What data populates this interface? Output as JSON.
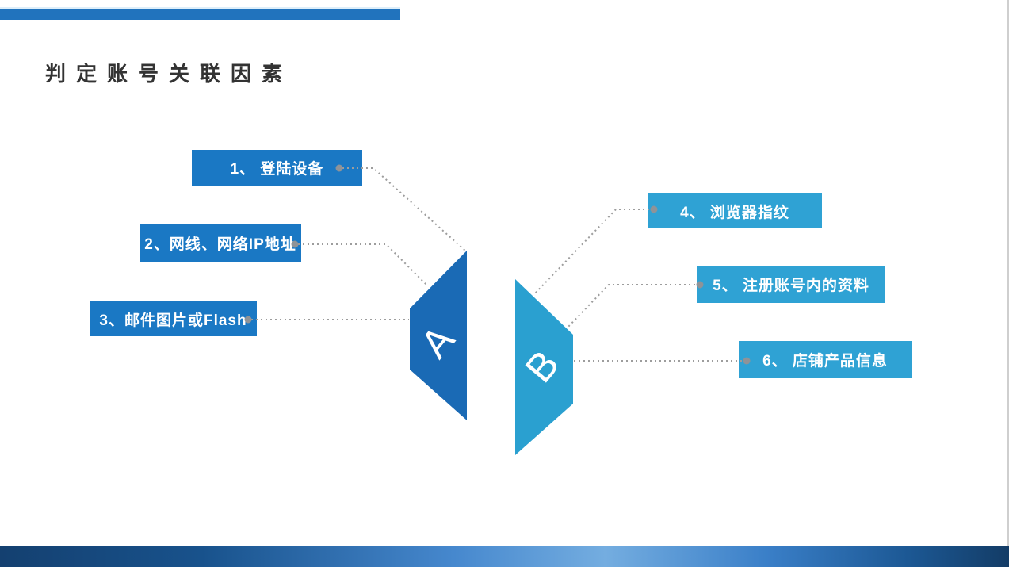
{
  "slide": {
    "title": "判定账号关联因素"
  },
  "diagram": {
    "group_a": {
      "letter": "A",
      "items": [
        {
          "label": "1、 登陆设备"
        },
        {
          "label": "2、网线、网络IP地址"
        },
        {
          "label": "3、邮件图片或Flash"
        }
      ]
    },
    "group_b": {
      "letter": "B",
      "items": [
        {
          "label": "4、 浏览器指纹"
        },
        {
          "label": "5、 注册账号内的资料"
        },
        {
          "label": "6、 店铺产品信息"
        }
      ]
    }
  },
  "colors": {
    "primary_blue": "#1a78c4",
    "secondary_blue": "#2fa2d4",
    "flag_a_fill": "#1a6ab5",
    "flag_b_fill": "#2aa0d0",
    "top_accent_bar": "#2173bd",
    "title_text": "#333333",
    "connector_gray": "#9d9d9d",
    "connector_dot_gray": "#8f9398",
    "footer_gradient": [
      "#144070",
      "#18528c",
      "#4688ce",
      "#74ade0",
      "#3a7fc8",
      "#1c5894",
      "#133c66"
    ]
  }
}
